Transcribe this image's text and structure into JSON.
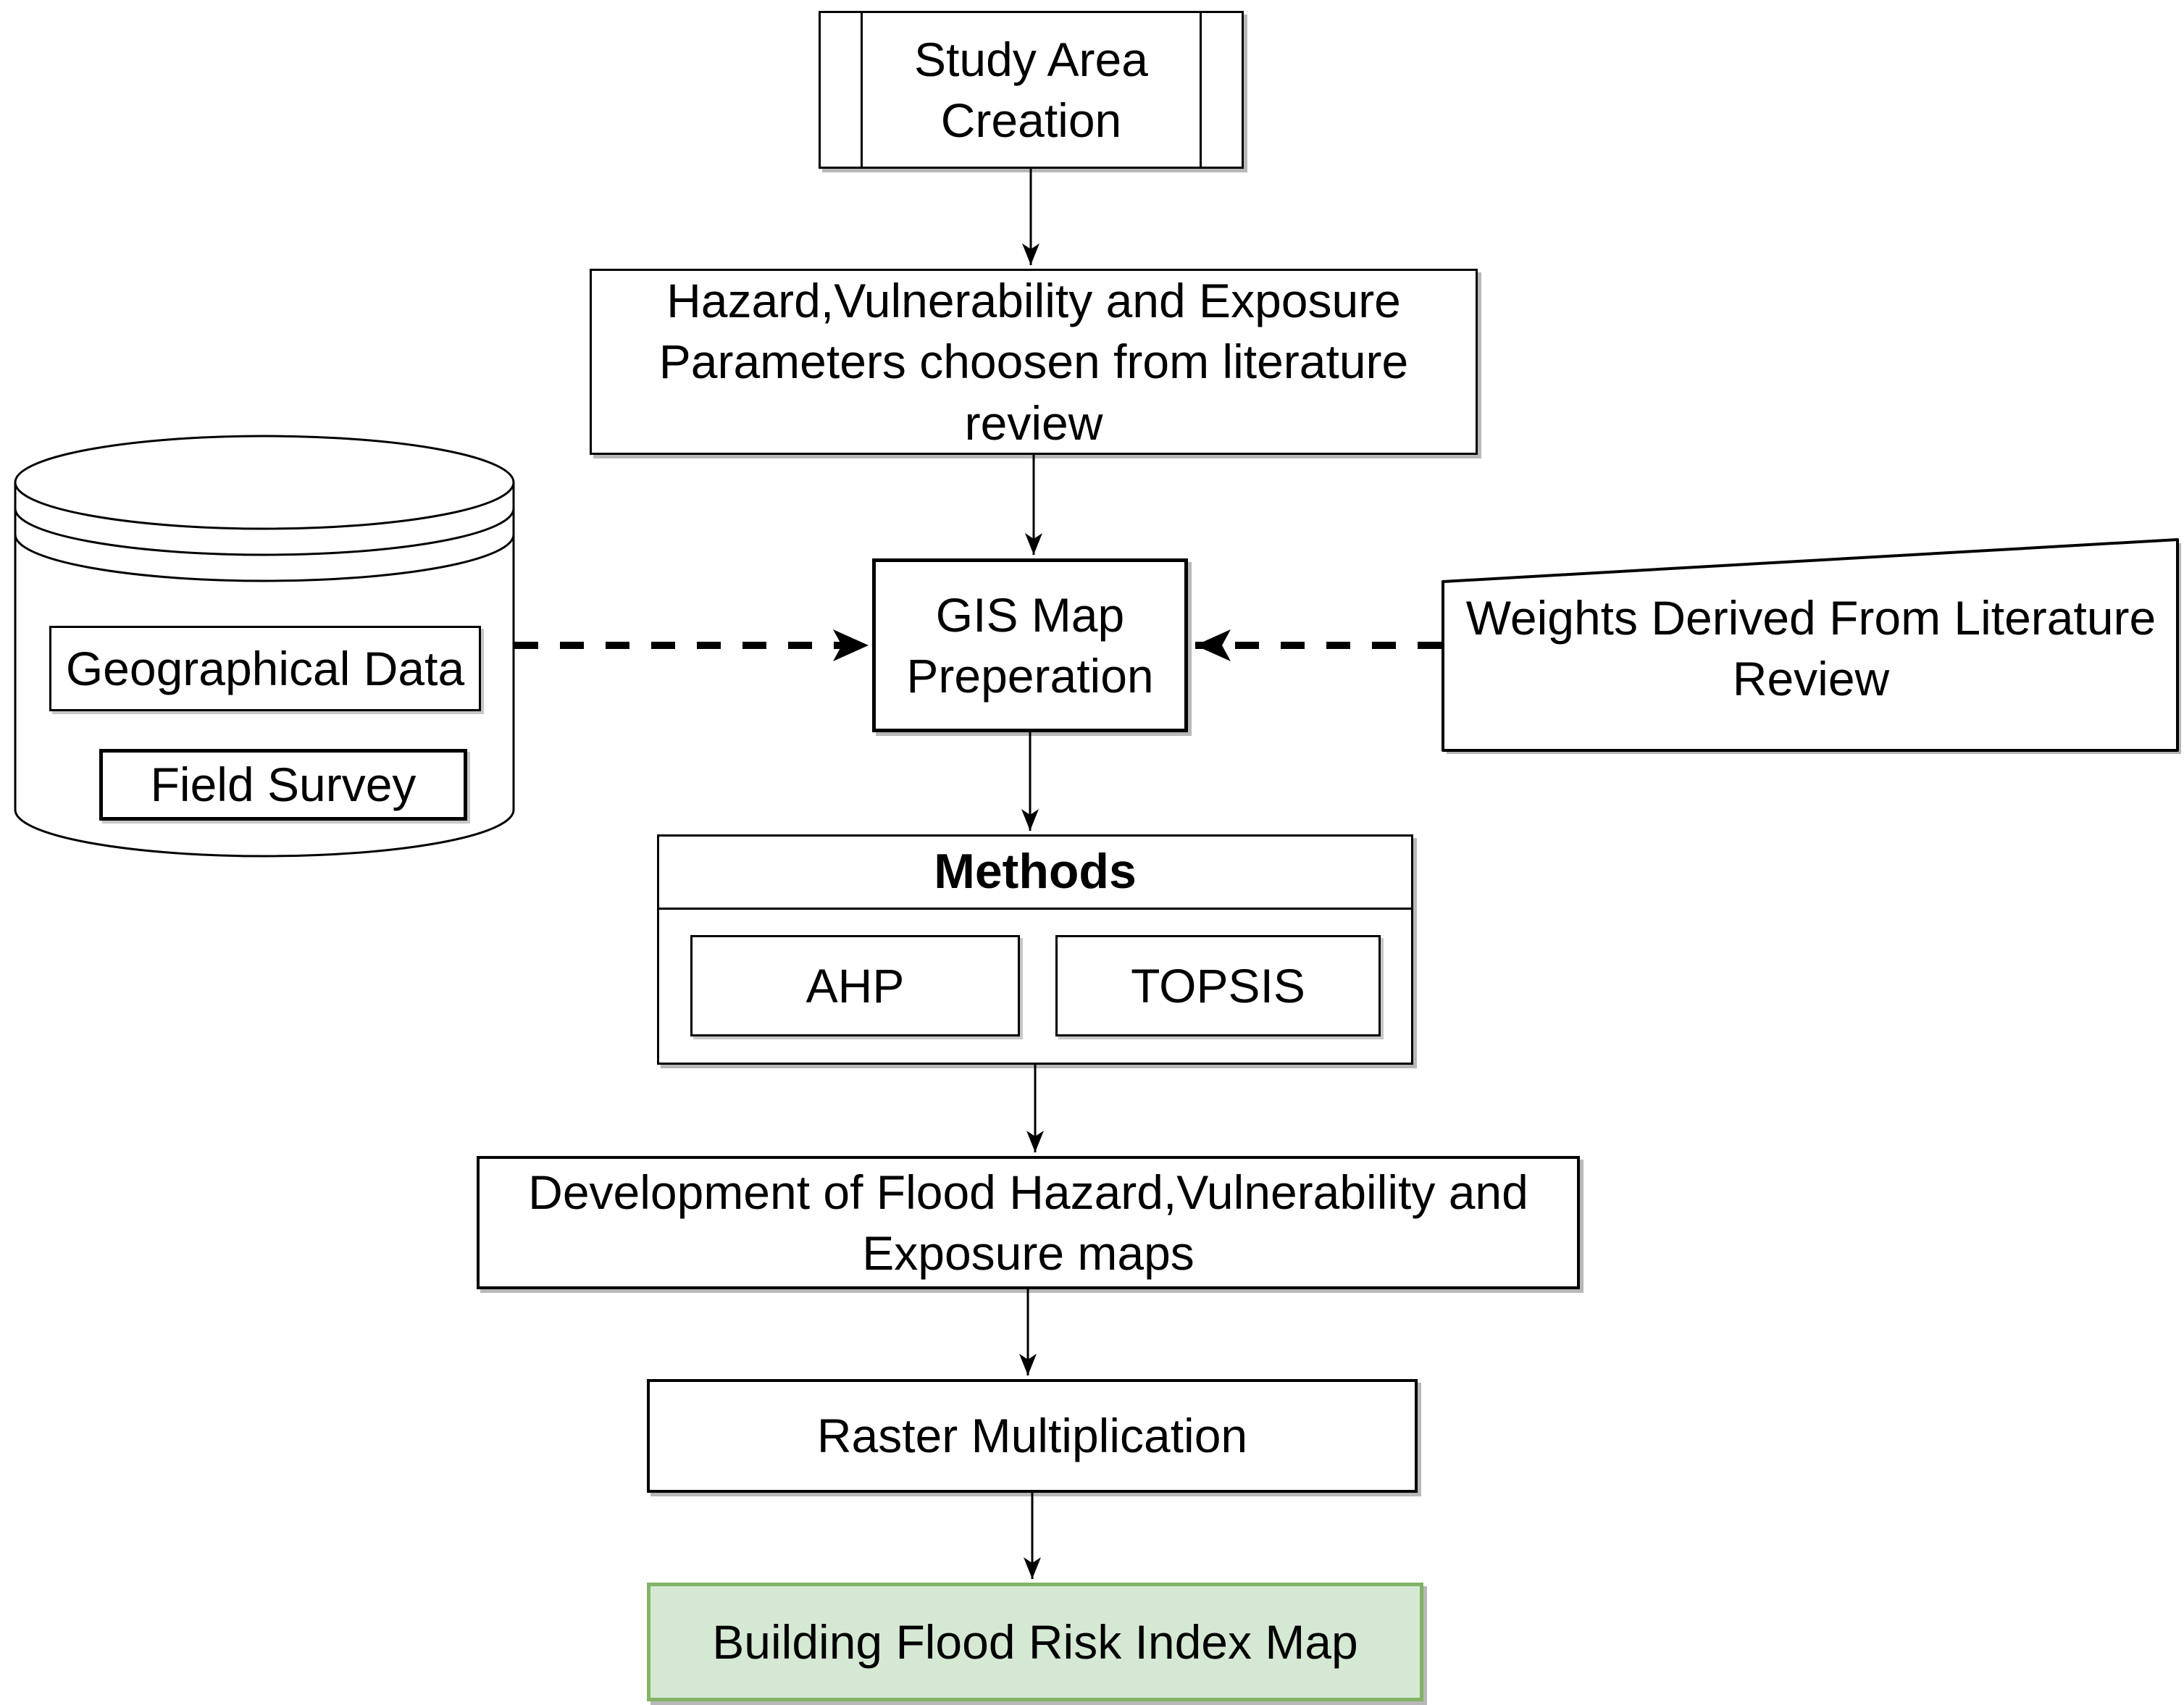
{
  "diagram": {
    "study_area": {
      "label": "Study Area Creation"
    },
    "parameters": {
      "label": "Hazard,Vulnerability and Exposure Parameters choosen from literature review"
    },
    "database": {
      "geographical_data": "Geographical Data",
      "field_survey": "Field Survey"
    },
    "gis": {
      "label": "GIS Map Preperation"
    },
    "weights": {
      "label": "Weights Derived From Literature Review"
    },
    "methods": {
      "label": "Methods",
      "items": [
        {
          "label": "AHP"
        },
        {
          "label": "TOPSIS"
        }
      ]
    },
    "development": {
      "label": "Development of Flood Hazard,Vulnerability and Exposure maps"
    },
    "raster": {
      "label": "Raster Multiplication"
    },
    "result": {
      "label": "Building Flood Risk Index Map"
    },
    "colors": {
      "result_fill": "#d5e8d4",
      "result_border": "#82b366",
      "stroke": "#000000",
      "background": "#ffffff"
    }
  }
}
